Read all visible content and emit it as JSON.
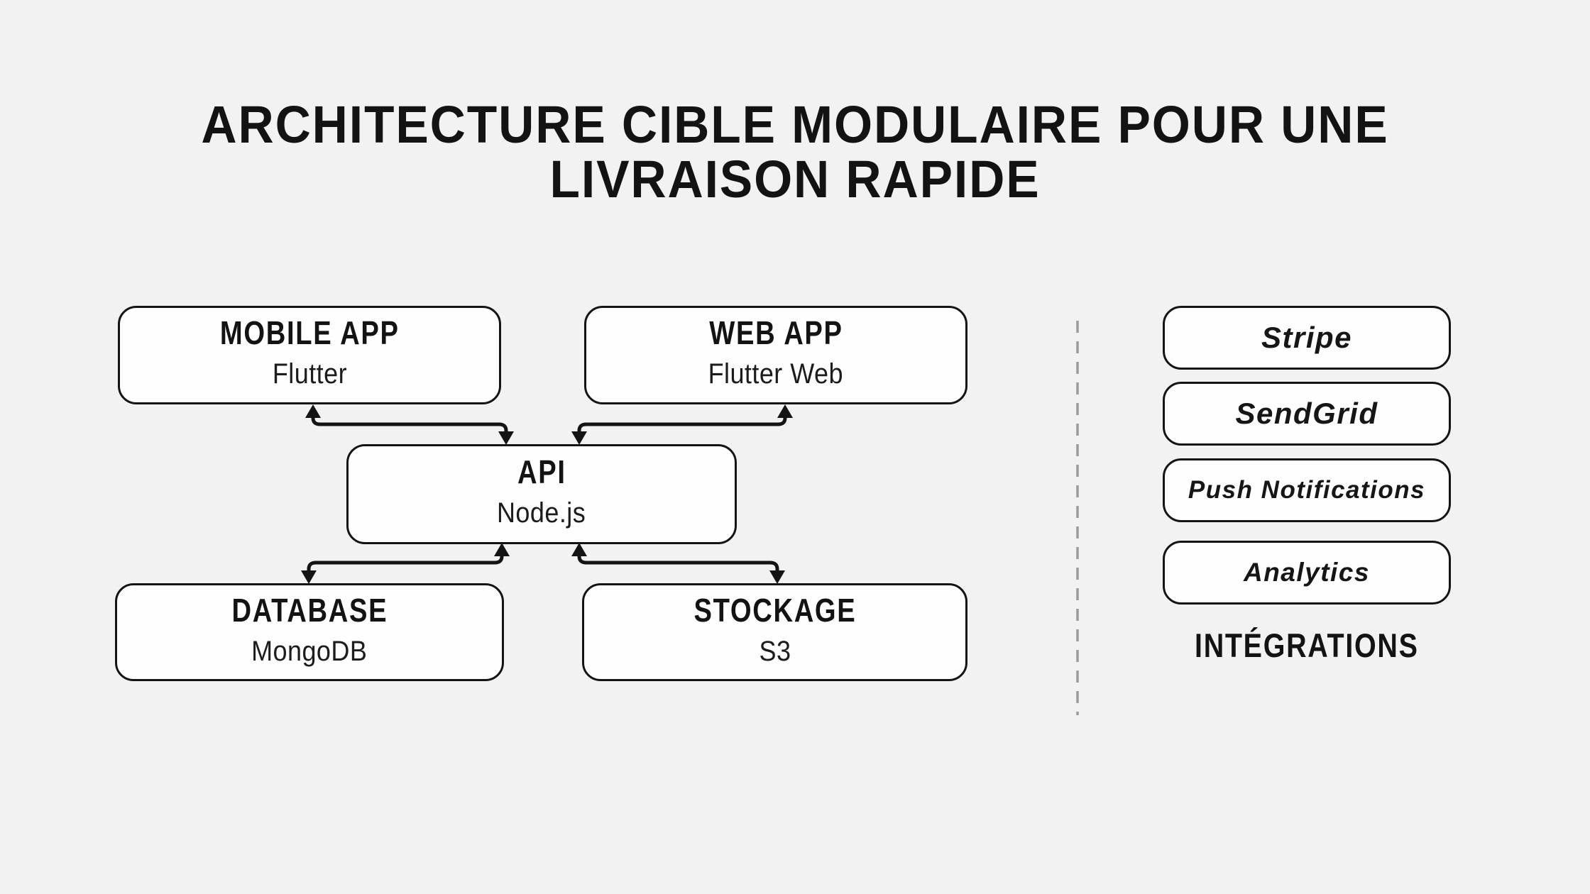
{
  "title": {
    "line1": "ARCHITECTURE CIBLE MODULAIRE POUR UNE",
    "line2": "LIVRAISON RAPIDE"
  },
  "diagram": {
    "nodes": [
      {
        "id": "mobile",
        "title": "MOBILE APP",
        "subtitle": "Flutter"
      },
      {
        "id": "web",
        "title": "WEB APP",
        "subtitle": "Flutter Web"
      },
      {
        "id": "api",
        "title": "API",
        "subtitle": "Node.js"
      },
      {
        "id": "database",
        "title": "DATABASE",
        "subtitle": "MongoDB"
      },
      {
        "id": "stockage",
        "title": "STOCKAGE",
        "subtitle": "S3"
      }
    ],
    "edges": [
      {
        "from": "mobile",
        "to": "api",
        "bidirectional": true
      },
      {
        "from": "web",
        "to": "api",
        "bidirectional": true
      },
      {
        "from": "api",
        "to": "database",
        "bidirectional": true
      },
      {
        "from": "api",
        "to": "stockage",
        "bidirectional": true
      }
    ]
  },
  "integrations": {
    "label": "INTÉGRATIONS",
    "items": [
      "Stripe",
      "SendGrid",
      "Push Notifications",
      "Analytics"
    ]
  },
  "colors": {
    "background": "#f2f2f2",
    "node_fill": "#fefefe",
    "line": "#141414",
    "dashed_divider": "#9b9b9b",
    "text": "#131313"
  }
}
